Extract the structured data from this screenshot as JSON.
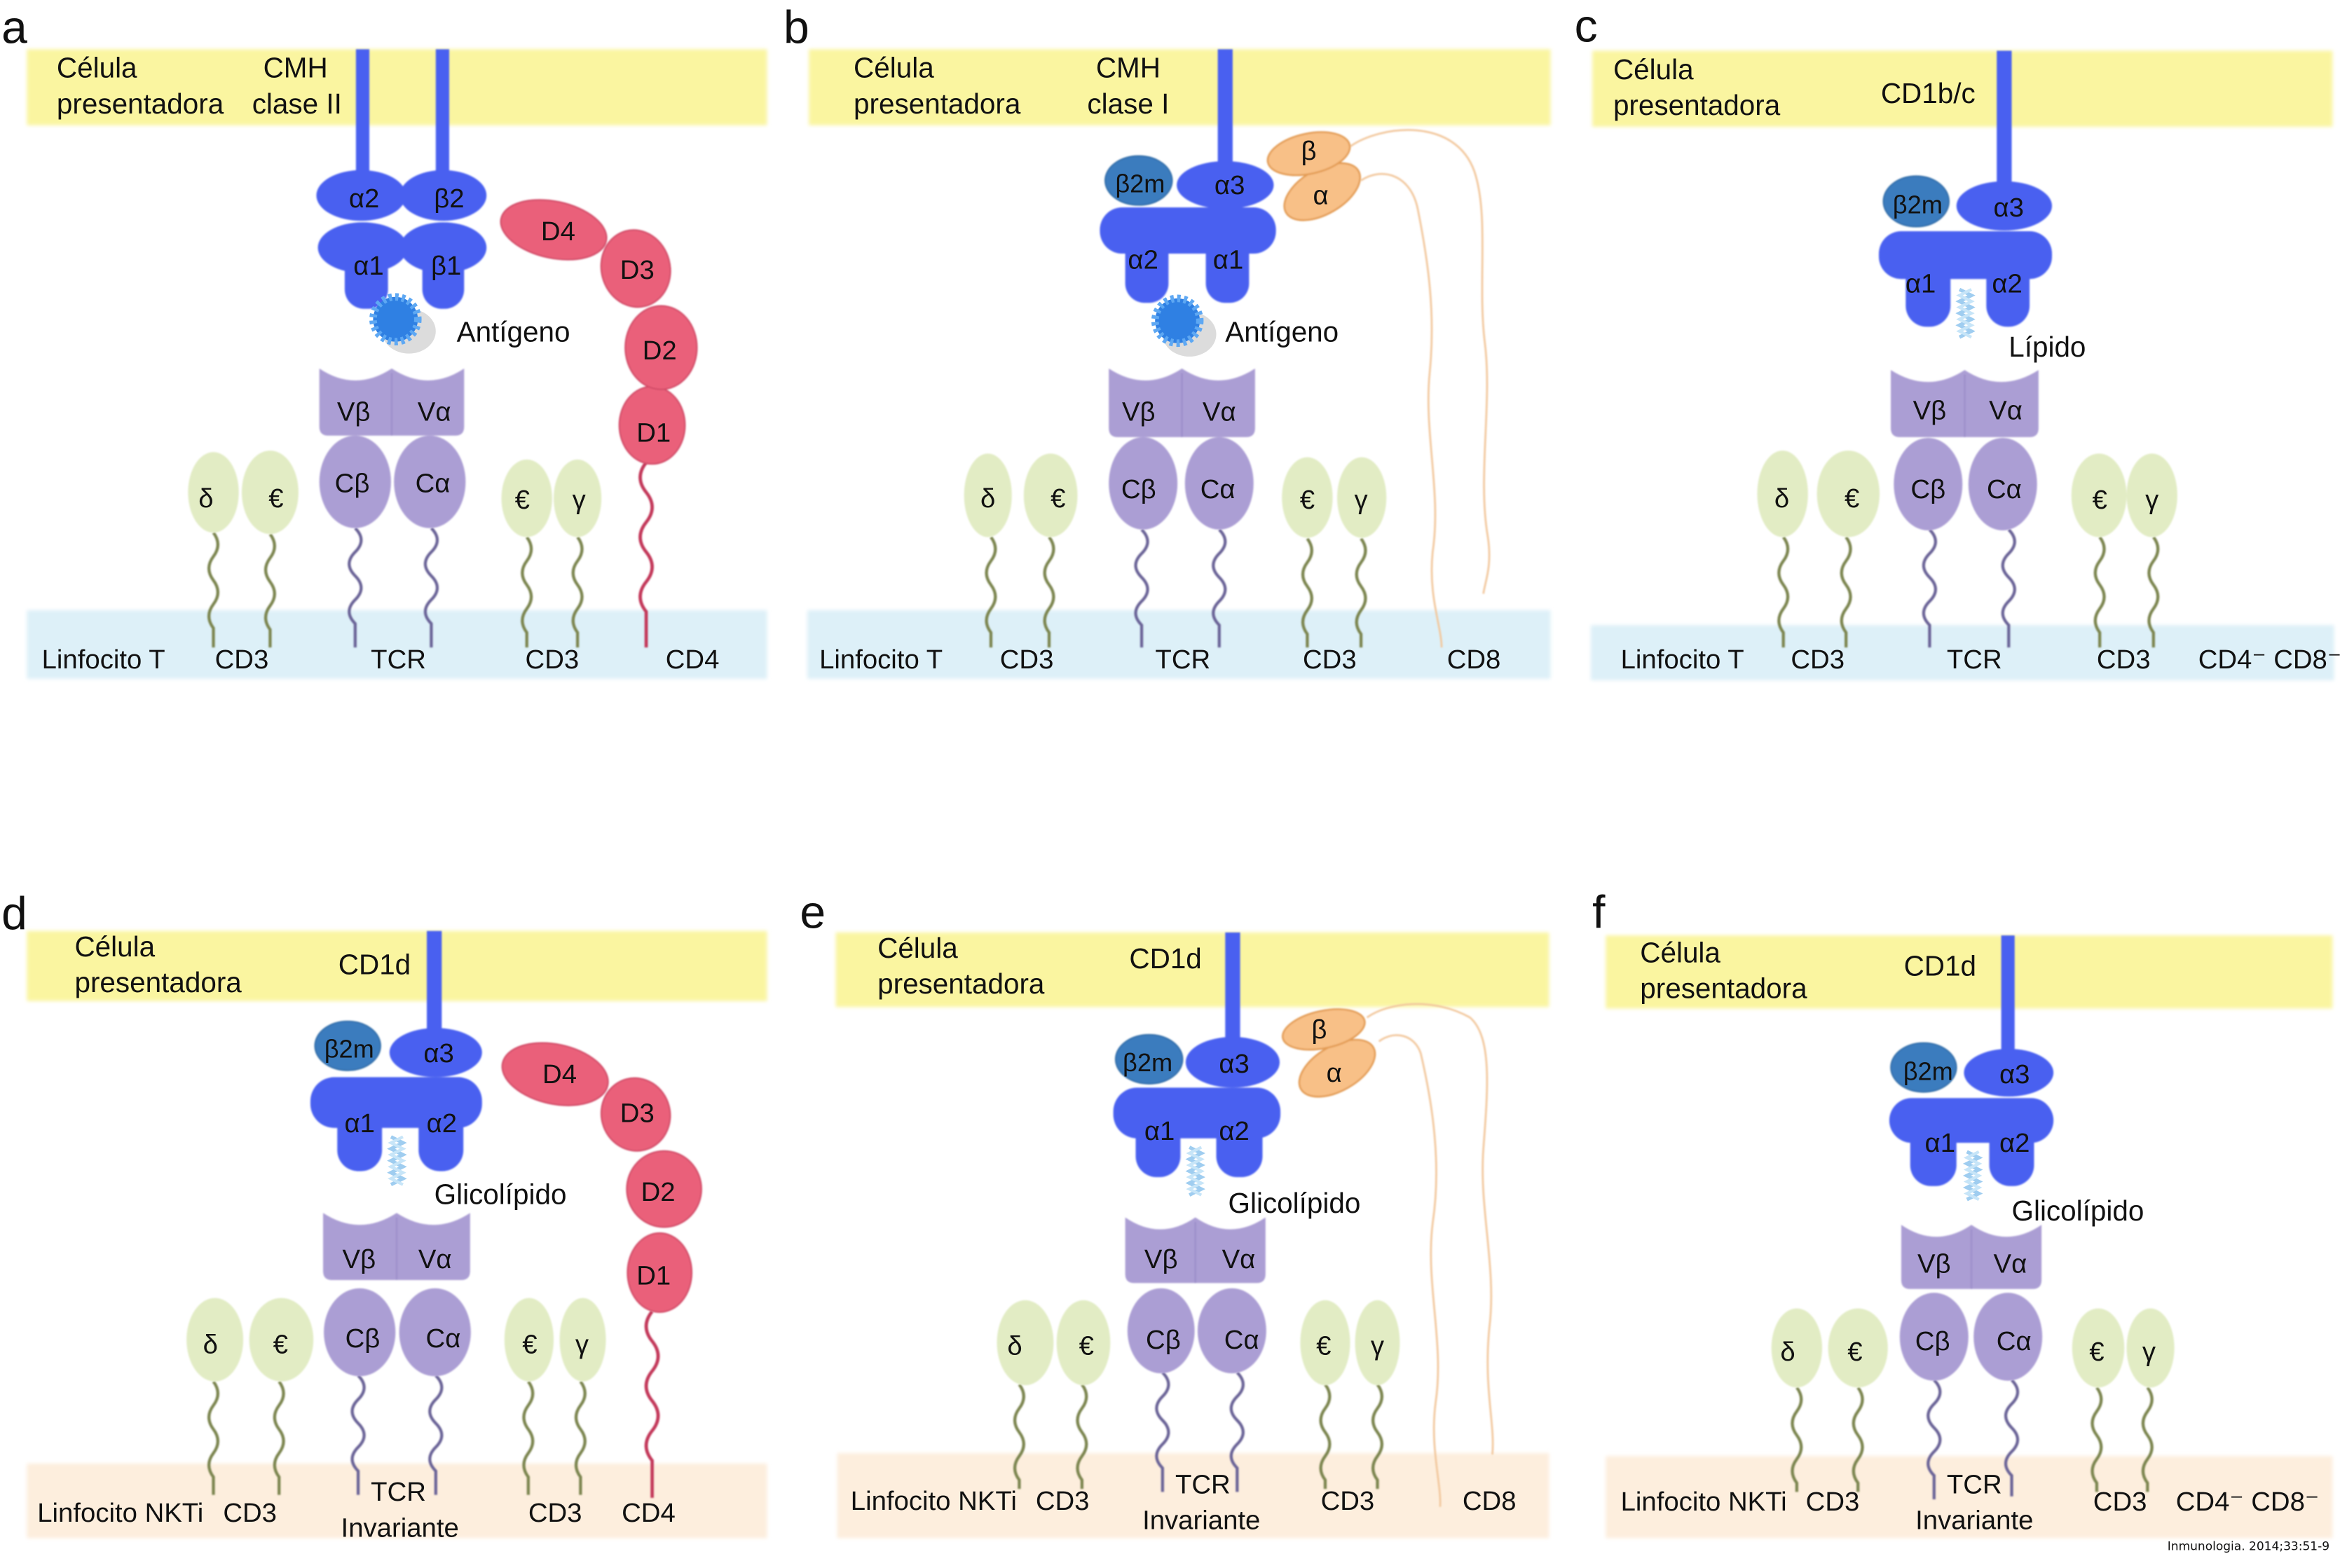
{
  "figure": {
    "citation": "Inmunologia. 2014;33:51-9"
  },
  "colors": {
    "presenting_cell_membrane": "#faf5a0",
    "t_lymphocyte_membrane": "#ddf0f8",
    "nkti_lymphocyte_membrane": "#fdeedd",
    "antigen_presenting_molecule": "#4a60f0",
    "beta2_microglobulin": "#3a7cbe",
    "tcr": "#ab9ed4",
    "cd3": "#e2ecc4",
    "cd4": "#ea607a",
    "cd8": "#f8c087",
    "antigen": "#2f80e3",
    "lipid": "#9fcdf0"
  },
  "panels": {
    "a": {
      "letter": "a",
      "presenting_cell": {
        "line1": "Célula",
        "line2": "presentadora"
      },
      "presenting_molecule": {
        "line1": "CMH",
        "line2": "clase II"
      },
      "molecule_domains": {
        "alpha2": "α2",
        "beta2": "β2",
        "alpha1": "α1",
        "beta1": "β1"
      },
      "ligand": "Antígeno",
      "coreceptor_domains": {
        "d4": "D4",
        "d3": "D3",
        "d2": "D2",
        "d1": "D1"
      },
      "tcr_domains": {
        "v_beta": "Vβ",
        "v_alpha": "Vα",
        "c_beta": "Cβ",
        "c_alpha": "Cα"
      },
      "cd3_chains": {
        "left_1": "δ",
        "left_2": "€",
        "right_1": "€",
        "right_2": "γ"
      },
      "lymphocyte": "Linfocito T",
      "labels": {
        "cd3_left": "CD3",
        "tcr": "TCR",
        "cd3_right": "CD3",
        "coreceptor": "CD4"
      }
    },
    "b": {
      "letter": "b",
      "presenting_cell": {
        "line1": "Célula",
        "line2": "presentadora"
      },
      "presenting_molecule": {
        "line1": "CMH",
        "line2": "clase I"
      },
      "molecule_domains": {
        "beta2m": "β2m",
        "alpha3": "α3",
        "left": "α2",
        "right": "α1"
      },
      "ligand": "Antígeno",
      "coreceptor_domains": {
        "beta": "β",
        "alpha": "α"
      },
      "tcr_domains": {
        "v_beta": "Vβ",
        "v_alpha": "Vα",
        "c_beta": "Cβ",
        "c_alpha": "Cα"
      },
      "cd3_chains": {
        "left_1": "δ",
        "left_2": "€",
        "right_1": "€",
        "right_2": "γ"
      },
      "lymphocyte": "Linfocito T",
      "labels": {
        "cd3_left": "CD3",
        "tcr": "TCR",
        "cd3_right": "CD3",
        "coreceptor": "CD8"
      }
    },
    "c": {
      "letter": "c",
      "presenting_cell": {
        "line1": "Célula",
        "line2": "presentadora"
      },
      "presenting_molecule": {
        "line1": "CD1b/c"
      },
      "molecule_domains": {
        "beta2m": "β2m",
        "alpha3": "α3",
        "left": "α1",
        "right": "α2"
      },
      "ligand": "Lípido",
      "tcr_domains": {
        "v_beta": "Vβ",
        "v_alpha": "Vα",
        "c_beta": "Cβ",
        "c_alpha": "Cα"
      },
      "cd3_chains": {
        "left_1": "δ",
        "left_2": "€",
        "right_1": "€",
        "right_2": "γ"
      },
      "lymphocyte": "Linfocito T",
      "labels": {
        "cd3_left": "CD3",
        "tcr": "TCR",
        "cd3_right": "CD3",
        "coreceptor": "CD4⁻ CD8⁻"
      }
    },
    "d": {
      "letter": "d",
      "presenting_cell": {
        "line1": "Célula",
        "line2": "presentadora"
      },
      "presenting_molecule": {
        "line1": "CD1d"
      },
      "molecule_domains": {
        "beta2m": "β2m",
        "alpha3": "α3",
        "left": "α1",
        "right": "α2"
      },
      "ligand": "Glicolípido",
      "coreceptor_domains": {
        "d4": "D4",
        "d3": "D3",
        "d2": "D2",
        "d1": "D1"
      },
      "tcr_domains": {
        "v_beta": "Vβ",
        "v_alpha": "Vα",
        "c_beta": "Cβ",
        "c_alpha": "Cα"
      },
      "cd3_chains": {
        "left_1": "δ",
        "left_2": "€",
        "right_1": "€",
        "right_2": "γ"
      },
      "lymphocyte": "Linfocito NKTi",
      "labels": {
        "cd3_left": "CD3",
        "tcr": "TCR",
        "tcr_line2": "Invariante",
        "cd3_right": "CD3",
        "coreceptor": "CD4"
      }
    },
    "e": {
      "letter": "e",
      "presenting_cell": {
        "line1": "Célula",
        "line2": "presentadora"
      },
      "presenting_molecule": {
        "line1": "CD1d"
      },
      "molecule_domains": {
        "beta2m": "β2m",
        "alpha3": "α3",
        "left": "α1",
        "right": "α2"
      },
      "ligand": "Glicolípido",
      "coreceptor_domains": {
        "beta": "β",
        "alpha": "α"
      },
      "tcr_domains": {
        "v_beta": "Vβ",
        "v_alpha": "Vα",
        "c_beta": "Cβ",
        "c_alpha": "Cα"
      },
      "cd3_chains": {
        "left_1": "δ",
        "left_2": "€",
        "right_1": "€",
        "right_2": "γ"
      },
      "lymphocyte": "Linfocito NKTi",
      "labels": {
        "cd3_left": "CD3",
        "tcr": "TCR",
        "tcr_line2": "Invariante",
        "cd3_right": "CD3",
        "coreceptor": "CD8"
      }
    },
    "f": {
      "letter": "f",
      "presenting_cell": {
        "line1": "Célula",
        "line2": "presentadora"
      },
      "presenting_molecule": {
        "line1": "CD1d"
      },
      "molecule_domains": {
        "beta2m": "β2m",
        "alpha3": "α3",
        "left": "α1",
        "right": "α2"
      },
      "ligand": "Glicolípido",
      "tcr_domains": {
        "v_beta": "Vβ",
        "v_alpha": "Vα",
        "c_beta": "Cβ",
        "c_alpha": "Cα"
      },
      "cd3_chains": {
        "left_1": "δ",
        "left_2": "€",
        "right_1": "€",
        "right_2": "γ"
      },
      "lymphocyte": "Linfocito NKTi",
      "labels": {
        "cd3_left": "CD3",
        "tcr": "TCR",
        "tcr_line2": "Invariante",
        "cd3_right": "CD3",
        "coreceptor": "CD4⁻ CD8⁻"
      }
    }
  }
}
